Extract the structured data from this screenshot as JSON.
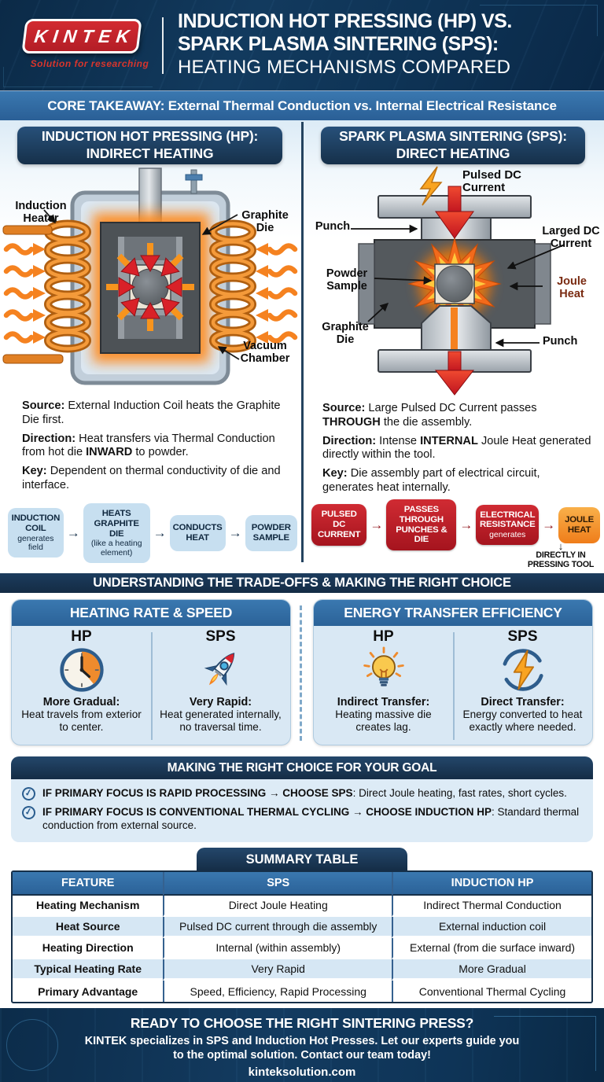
{
  "brand": {
    "name": "KINTEK",
    "tagline": "Solution for researching",
    "website": "kinteksolution.com"
  },
  "header": {
    "title_line1": "INDUCTION HOT PRESSING (HP) VS.",
    "title_line2": "SPARK PLASMA SINTERING (SPS):",
    "title_line3": "HEATING MECHANISMS COMPARED"
  },
  "core_takeaway": "CORE TAKEAWAY: External Thermal Conduction vs. Internal Electrical Resistance",
  "hp": {
    "heading_line1": "INDUCTION HOT PRESSING (HP):",
    "heading_line2": "INDIRECT HEATING",
    "labels": {
      "induction_heater": "Induction Heater",
      "graphite_die": "Graphite Die",
      "vacuum_chamber": "Vacuum Chamber"
    },
    "facts": [
      {
        "label": "Source:",
        "text": "External Induction Coil heats the Graphite Die first."
      },
      {
        "label": "Direction:",
        "text": "Heat transfers via Thermal Conduction from hot die **INWARD** to powder."
      },
      {
        "label": "Key:",
        "text": "Dependent on thermal conductivity of die and interface."
      }
    ],
    "flow": [
      {
        "title": "INDUCTION COIL",
        "subtitle": "generates field"
      },
      {
        "title": "HEATS GRAPHITE DIE",
        "subtitle": "(like a heating element)"
      },
      {
        "title": "CONDUCTS HEAT",
        "subtitle": ""
      },
      {
        "title": "POWDER SAMPLE",
        "subtitle": ""
      }
    ]
  },
  "sps": {
    "heading_line1": "SPARK PLASMA SINTERING (SPS):",
    "heading_line2": "DIRECT HEATING",
    "labels": {
      "pulsed_dc": "Pulsed DC Current",
      "punch_top": "Punch",
      "larged_dc": "Larged DC Current",
      "powder_sample": "Powder Sample",
      "joule_heat": "Joule Heat",
      "graphite_die": "Graphite Die",
      "punch_bottom": "Punch"
    },
    "facts": [
      {
        "label": "Source:",
        "text": "Large Pulsed DC Current passes **THROUGH** the die assembly."
      },
      {
        "label": "Direction:",
        "text": "Intense **INTERNAL** Joule Heat generated directly within the tool."
      },
      {
        "label": "Key:",
        "text": "Die assembly part of electrical circuit, generates heat internally."
      }
    ],
    "flow": [
      {
        "title": "PULSED DC CURRENT",
        "subtitle": ""
      },
      {
        "title": "PASSES THROUGH PUNCHES & DIE",
        "subtitle": ""
      },
      {
        "title": "ELECTRICAL RESISTANCE",
        "subtitle": "generates"
      },
      {
        "title": "JOULE HEAT",
        "subtitle": ""
      }
    ],
    "flow_note_line1": "DIRECTLY IN",
    "flow_note_line2": "PRESSING TOOL"
  },
  "tradeoffs": {
    "banner": "UNDERSTANDING THE TRADE-OFFS & MAKING THE RIGHT CHOICE",
    "cards": [
      {
        "title": "HEATING RATE & SPEED",
        "hp": {
          "name": "HP",
          "lead": "More Gradual:",
          "text": "Heat travels from exterior to center."
        },
        "sps": {
          "name": "SPS",
          "lead": "Very Rapid:",
          "text": "Heat generated internally, no traversal time."
        }
      },
      {
        "title": "ENERGY TRANSFER EFFICIENCY",
        "hp": {
          "name": "HP",
          "lead": "Indirect Transfer:",
          "text": "Heating massive die creates lag."
        },
        "sps": {
          "name": "SPS",
          "lead": "Direct Transfer:",
          "text": "Energy converted to heat exactly where needed."
        }
      }
    ]
  },
  "choice": {
    "title": "MAKING THE RIGHT CHOICE FOR YOUR GOAL",
    "bullets": [
      "**IF PRIMARY FOCUS IS RAPID PROCESSING → CHOOSE SPS**: Direct Joule heating, fast rates, short cycles.",
      "**IF PRIMARY FOCUS IS CONVENTIONAL THERMAL CYCLING → CHOOSE INDUCTION HP**: Standard thermal conduction from external source."
    ]
  },
  "summary_table": {
    "title": "SUMMARY TABLE",
    "headers": [
      "FEATURE",
      "SPS",
      "INDUCTION HP"
    ],
    "rows": [
      [
        "Heating Mechanism",
        "Direct Joule Heating",
        "Indirect Thermal Conduction"
      ],
      [
        "Heat Source",
        "Pulsed DC current through die assembly",
        "External induction coil"
      ],
      [
        "Heating Direction",
        "Internal (within assembly)",
        "External (from die surface inward)"
      ],
      [
        "Typical Heating Rate",
        "Very Rapid",
        "More Gradual"
      ],
      [
        "Primary Advantage",
        "Speed, Efficiency, Rapid Processing",
        "Conventional Thermal Cycling"
      ]
    ]
  },
  "footer": {
    "title": "READY TO CHOOSE THE RIGHT SINTERING PRESS?",
    "body": "KINTEK specializes in SPS and Induction Hot Presses. Let our experts guide you to the optimal solution. Contact our team today!"
  },
  "glyphs": {
    "arrow_right": "→",
    "arrow_down": "↓",
    "check": "✓"
  },
  "colors": {
    "navy": "#16304a",
    "steel_blue": "#2e6da5",
    "card_blue": "#d9e8f4",
    "flow_blue": "#c7dff0",
    "red": "#c0202c",
    "orange": "#f58220",
    "joule_text": "#7a2b12"
  }
}
